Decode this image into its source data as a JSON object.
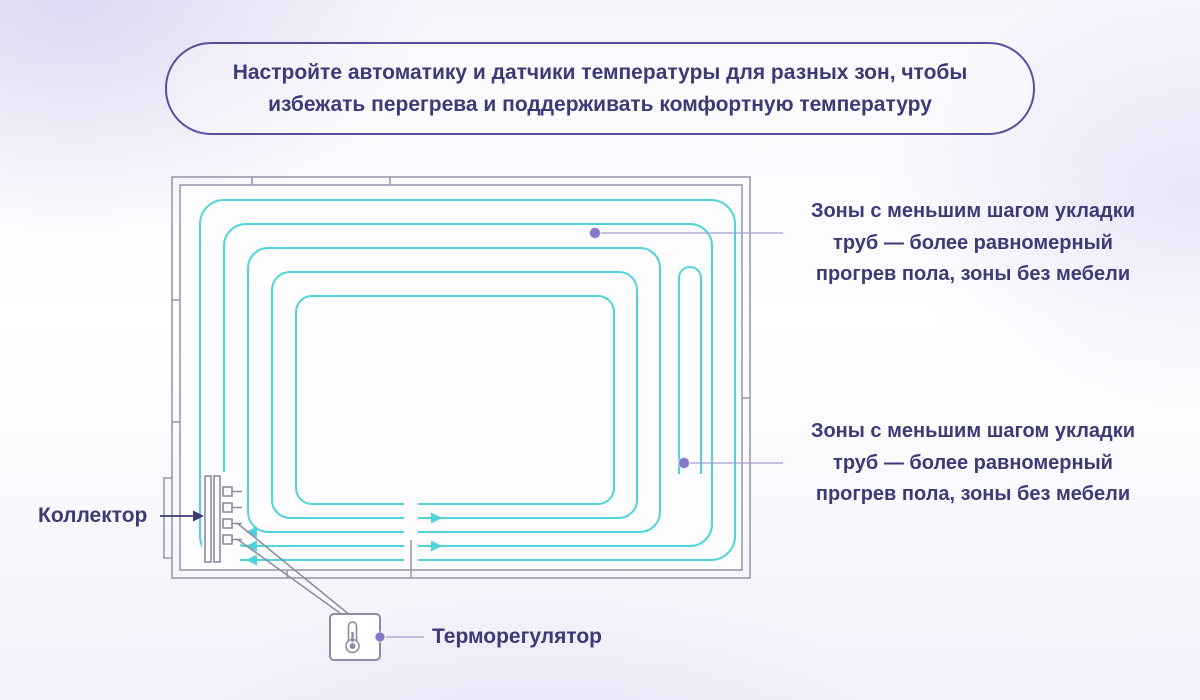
{
  "banner": {
    "text": "Настройте автоматику и датчики температуры для разных зон, чтобы избежать перегрева и поддерживать комфортную температуру"
  },
  "callouts": {
    "zone_top": {
      "text": "Зоны с меньшим шагом укладки труб — более равномерный прогрев пола, зоны без мебели"
    },
    "zone_bottom": {
      "text": "Зоны с меньшим шагом укладки труб — более равномерный прогрев пола, зоны без мебели"
    }
  },
  "labels": {
    "collector": "Коллектор",
    "thermostat": "Терморегулятор"
  },
  "icons": {
    "thermometer": "thermometer-icon",
    "zone_marker_top": "dot-icon",
    "zone_marker_bottom": "dot-icon",
    "flow_arrows": "arrowhead-icons"
  },
  "colors": {
    "pipe": "#4ed4da",
    "wall": "#9a9aae",
    "text": "#3d3a78",
    "dot": "#8478c9",
    "banner_border": "#55509c",
    "connector": "#a79fd2"
  }
}
